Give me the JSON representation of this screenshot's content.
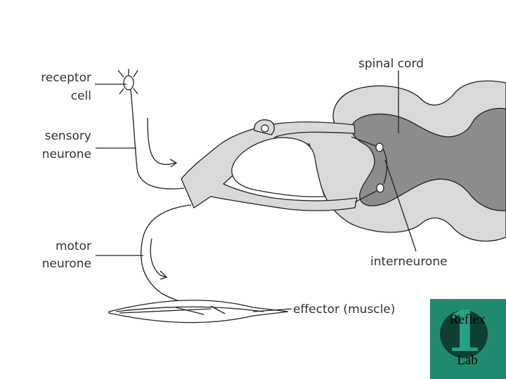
{
  "labels": {
    "receptor_line1": "receptor",
    "receptor_line2": "cell",
    "sensory_line1": "sensory",
    "sensory_line2": "neurone",
    "motor_line1": "motor",
    "motor_line2": "neurone",
    "spinal_cord": "spinal cord",
    "interneurone": "interneurone",
    "effector": "effector (muscle)"
  },
  "badge": {
    "number": "1",
    "top_text": "Reflex",
    "bottom_text": "Lab"
  },
  "colors": {
    "white_matter": "#d9d9d9",
    "grey_matter": "#8c8c8c",
    "badge_bg": "#1f8a6e",
    "badge_circle": "#0d3f32"
  }
}
